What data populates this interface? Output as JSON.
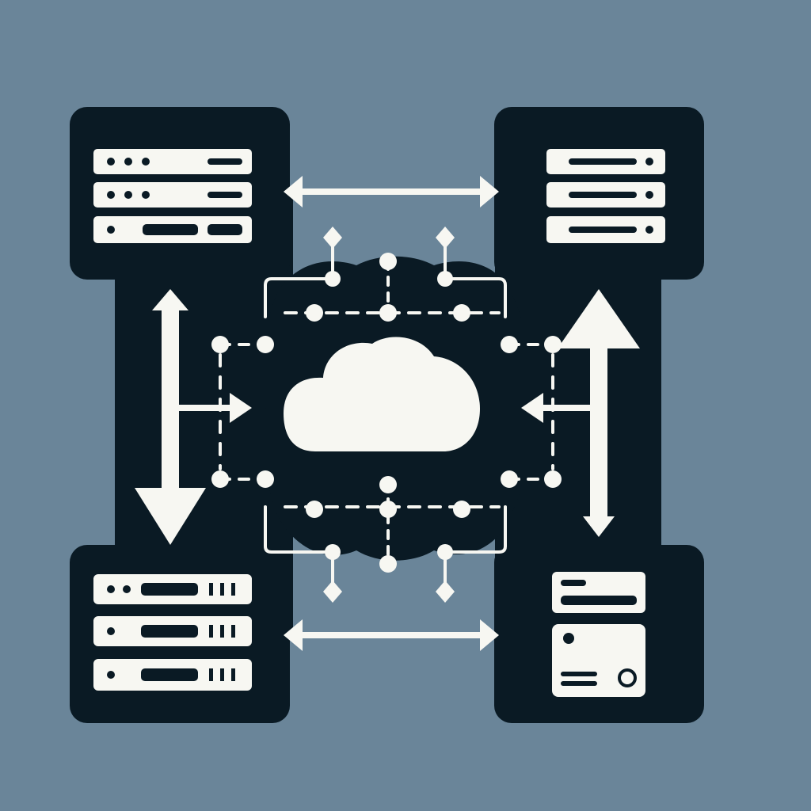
{
  "colors": {
    "background": "#6a8599",
    "panel": "#0a1a24",
    "foreground": "#f7f7f2"
  },
  "nodes": [
    {
      "name": "server-rack-top-left",
      "icon": "server-rack-icon",
      "units": 3
    },
    {
      "name": "server-rack-top-right",
      "icon": "server-rack-icon",
      "units": 3
    },
    {
      "name": "server-rack-bottom-left",
      "icon": "server-rack-icon",
      "units": 3
    },
    {
      "name": "storage-device-bottom-right",
      "icon": "storage-device-icon",
      "units": 2
    }
  ],
  "hub": {
    "name": "cloud-hub",
    "icon": "cloud-icon"
  },
  "connections": [
    {
      "from": "server-rack-top-left",
      "to": "server-rack-top-right",
      "style": "bidirectional-arrow"
    },
    {
      "from": "server-rack-bottom-left",
      "to": "storage-device-bottom-right",
      "style": "bidirectional-arrow"
    },
    {
      "from": "server-rack-top-left",
      "to": "server-rack-bottom-left",
      "style": "bidirectional-arrow"
    },
    {
      "from": "server-rack-top-right",
      "to": "storage-device-bottom-right",
      "style": "bidirectional-arrow"
    },
    {
      "from": "server-rack-top-left",
      "to": "cloud-hub",
      "style": "branch-arrow"
    },
    {
      "from": "server-rack-top-right",
      "to": "cloud-hub",
      "style": "branch-arrow"
    }
  ]
}
